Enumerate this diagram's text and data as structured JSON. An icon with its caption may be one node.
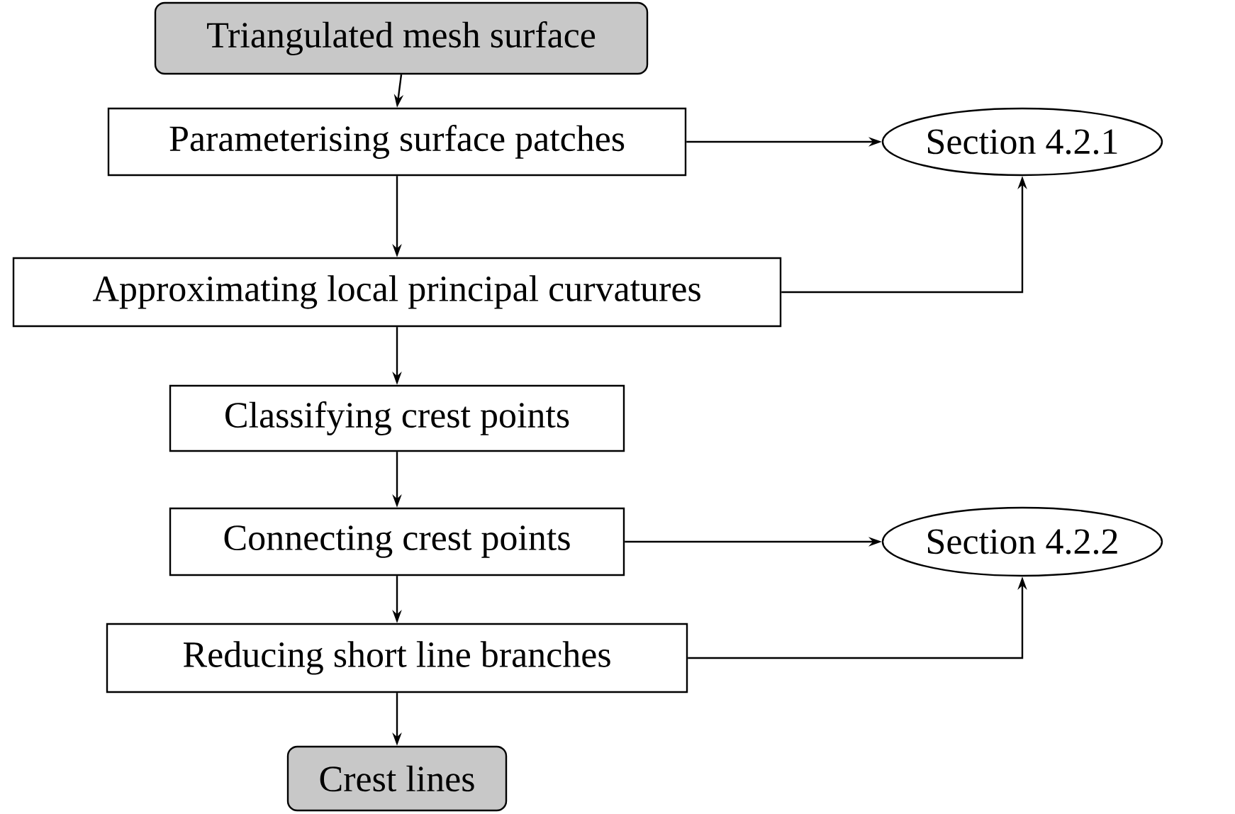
{
  "diagram": {
    "nodes": [
      {
        "text": [
          "Triangulated mesh surface"
        ]
      },
      {
        "text": [
          "Parameterising surface patches"
        ]
      },
      {
        "text": [
          "Section 4.2.1"
        ]
      },
      {
        "text": [
          "Approximating local principal curvatures"
        ]
      },
      {
        "text": [
          "Classifying crest points"
        ]
      },
      {
        "text": [
          "Connecting crest points"
        ]
      },
      {
        "text": [
          "Section 4.2.2"
        ]
      },
      {
        "text": [
          "Reducing short line branches"
        ]
      },
      {
        "text": [
          "Crest lines"
        ]
      }
    ],
    "edges": [
      {
        "from": 0,
        "to": 1,
        "arrow": "to"
      },
      {
        "from": 1,
        "to": 3,
        "arrow": "to"
      },
      {
        "from": 3,
        "to": 4,
        "arrow": "to"
      },
      {
        "from": 4,
        "to": 5,
        "arrow": "to"
      },
      {
        "from": 5,
        "to": 7,
        "arrow": "to"
      },
      {
        "from": 7,
        "to": 8,
        "arrow": "to"
      },
      {
        "from": 1,
        "to": 2,
        "arrow": "to"
      },
      {
        "from": 3,
        "to": 2,
        "arrow": "to"
      },
      {
        "from": 5,
        "to": 6,
        "arrow": "to"
      },
      {
        "from": 7,
        "to": 6,
        "arrow": "to"
      }
    ]
  }
}
